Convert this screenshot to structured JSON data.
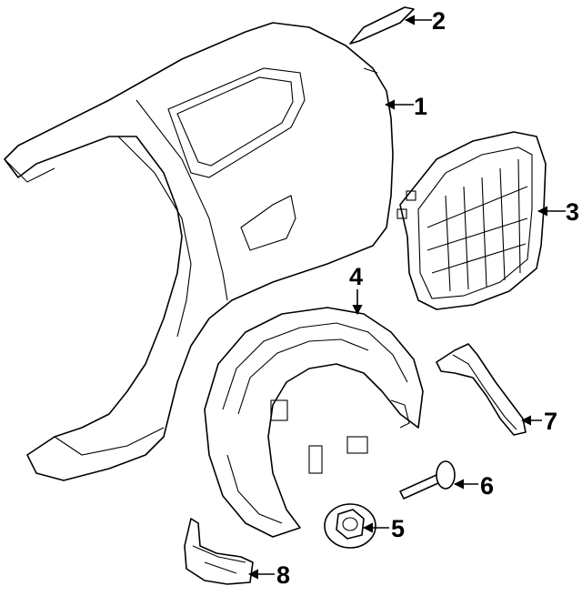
{
  "callouts": [
    {
      "id": "1",
      "part": "quarter-panel"
    },
    {
      "id": "2",
      "part": "trim-molding"
    },
    {
      "id": "3",
      "part": "vent-grille"
    },
    {
      "id": "4",
      "part": "wheel-house-liner"
    },
    {
      "id": "5",
      "part": "nut"
    },
    {
      "id": "6",
      "part": "bolt"
    },
    {
      "id": "7",
      "part": "bracket"
    },
    {
      "id": "8",
      "part": "mud-flap"
    }
  ]
}
